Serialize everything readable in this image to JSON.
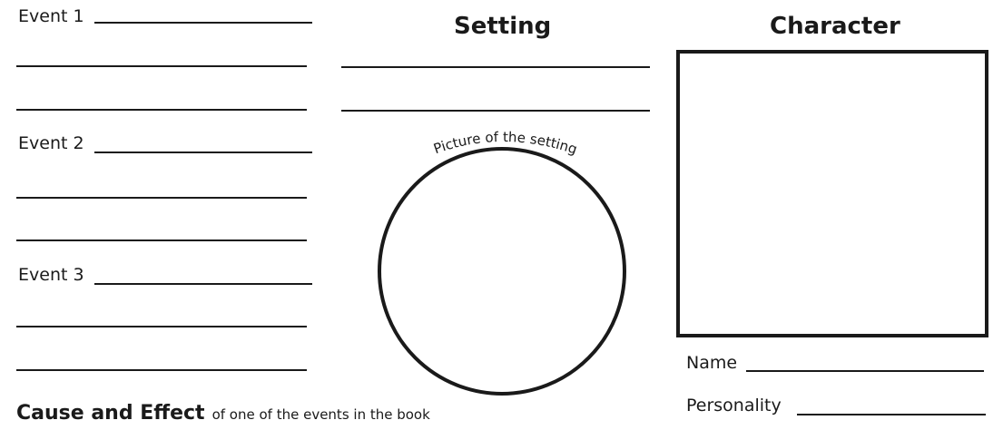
{
  "events": [
    {
      "label": "Event 1"
    },
    {
      "label": "Event 2"
    },
    {
      "label": "Event 3"
    }
  ],
  "setting": {
    "heading": "Setting",
    "picture_caption": "Picture of the setting"
  },
  "character": {
    "heading": "Character",
    "name_label": "Name",
    "personality_label": "Personality"
  },
  "footer": {
    "title_bold": "Cause and Effect",
    "title_rest": "of one of the events in the book"
  }
}
